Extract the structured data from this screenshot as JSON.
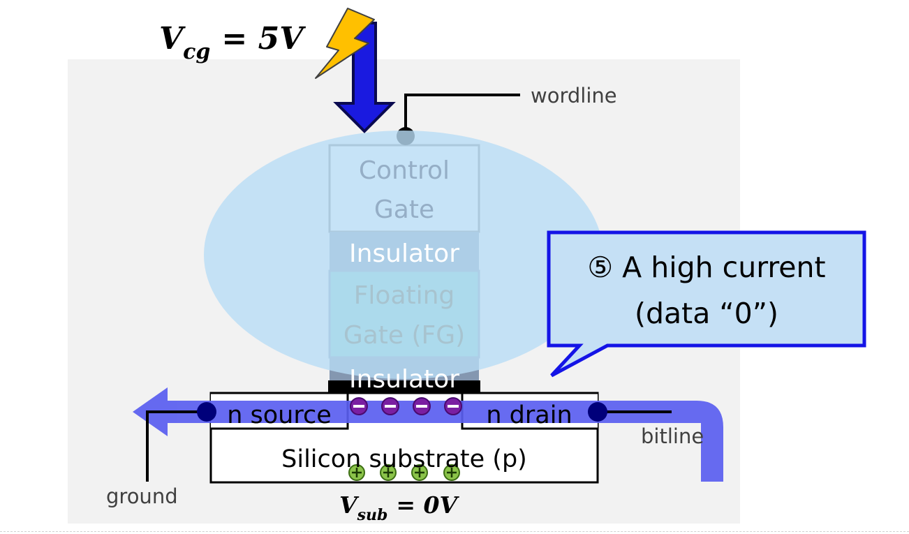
{
  "title": {
    "vcg_symbol": "V",
    "vcg_sub": "cg",
    "vcg_value": "= 5V"
  },
  "labels": {
    "wordline": "wordline",
    "bitline": "bitline",
    "ground": "ground"
  },
  "gate_stack": {
    "control_gate_line1": "Control",
    "control_gate_line2": "Gate",
    "insulator_top": "Insulator",
    "floating_gate_line1": "Floating",
    "floating_gate_line2": "Gate (FG)",
    "insulator_bottom": "Insulator"
  },
  "regions": {
    "source": "n source",
    "drain": "n drain",
    "substrate": "Silicon substrate (p)"
  },
  "substrate_voltage": {
    "symbol": "V",
    "sub": "sub",
    "value": "= 0V"
  },
  "callout": {
    "line1": "⑤ A high current",
    "line2": "(data “0”)"
  },
  "colors": {
    "background_panel": "#f2f2f2",
    "current_flow": "#5a5ef0",
    "arrow_blue": "#1a1ae0",
    "lightning": "#ffc000",
    "callout_border": "#1414e6",
    "callout_fill": "#c5e0f5",
    "glow": "#b8dcf5",
    "electron": "#7a1fa2",
    "hole": "#8bc34a",
    "insulator": "#8497b0",
    "floating_gate": "#7fcfc5"
  }
}
